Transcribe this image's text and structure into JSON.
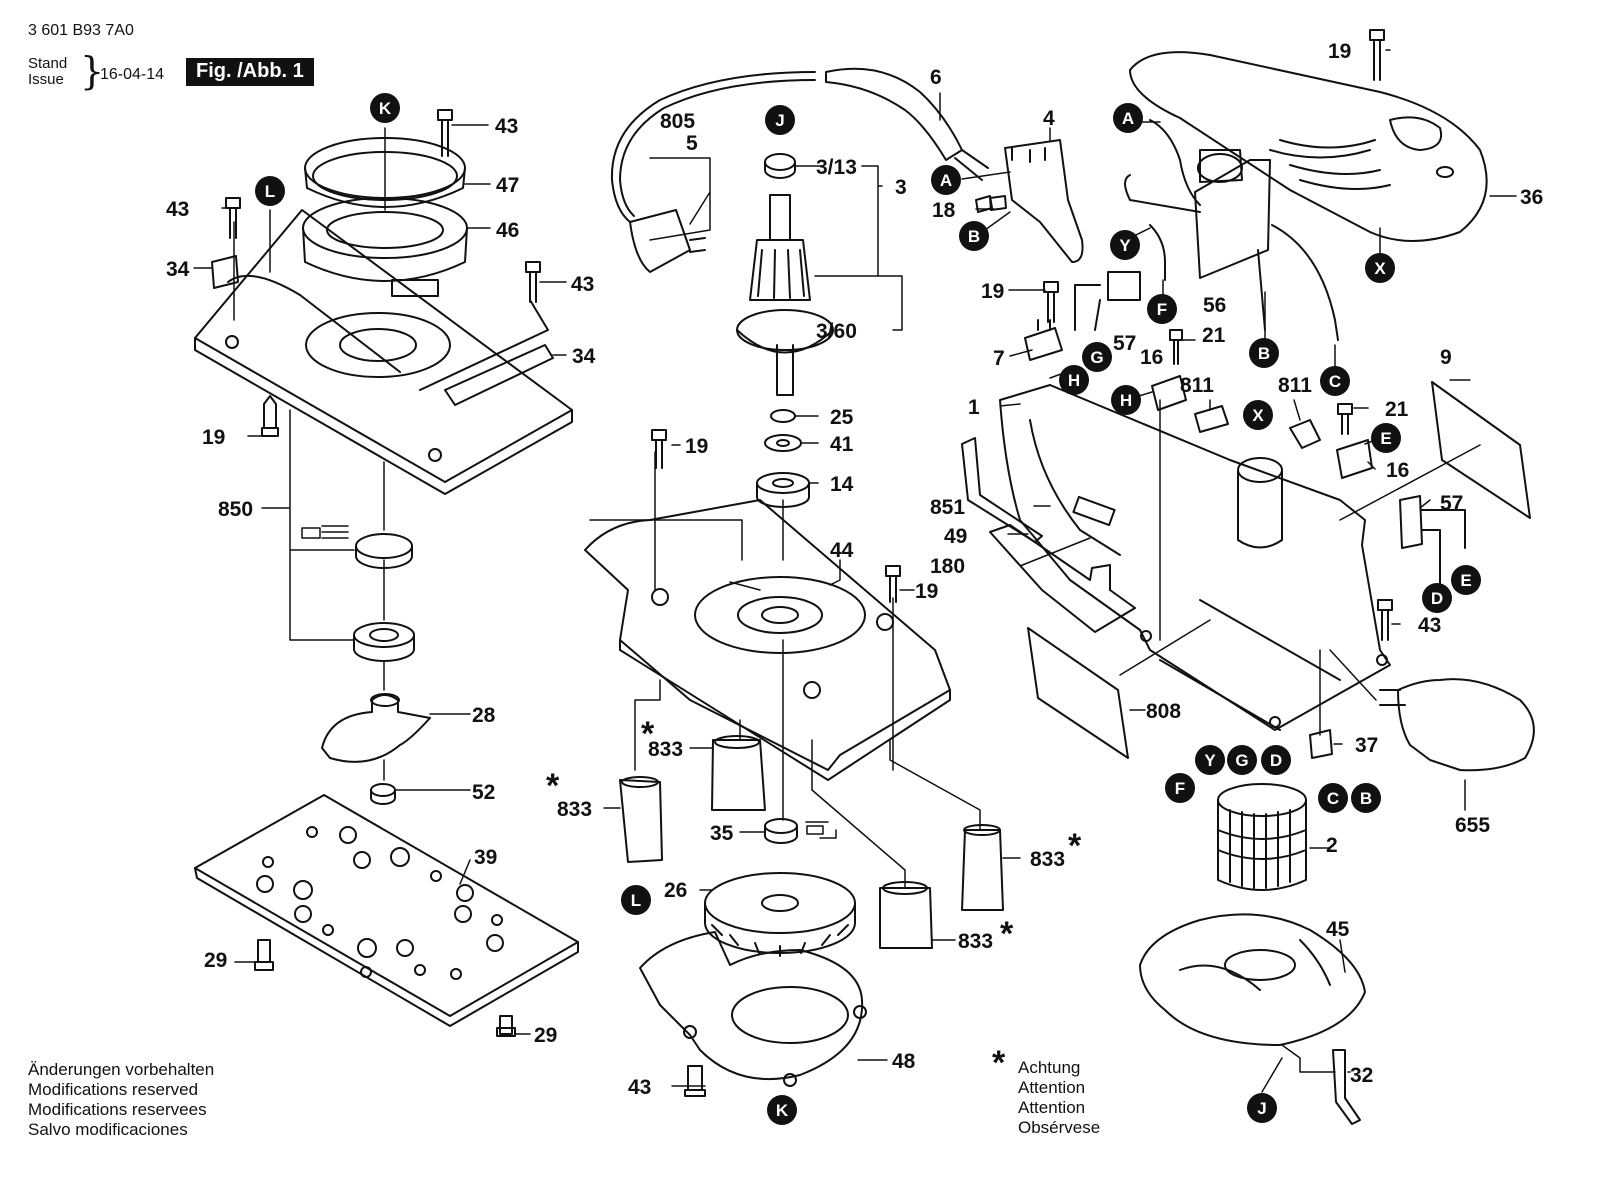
{
  "header": {
    "code": "3 601 B93 7A0",
    "stand": "Stand",
    "issue": "Issue",
    "date": "16-04-14",
    "figure": "Fig. /Abb. 1"
  },
  "footer": {
    "modifications": [
      "Änderungen vorbehalten",
      "Modifications reserved",
      "Modifications reservees",
      "Salvo modificaciones"
    ],
    "asterisk": "*",
    "attention": [
      "Achtung",
      "Attention",
      "Attention",
      "Obsérvese"
    ]
  },
  "part_labels": {
    "p43a": "43",
    "p47": "47",
    "p46": "46",
    "p43b": "43",
    "p34a": "34",
    "p43c": "43",
    "p34b": "34",
    "p19a": "19",
    "p850": "850",
    "p28": "28",
    "p52": "52",
    "p39": "39",
    "p29a": "29",
    "p29b": "29",
    "p805": "805",
    "p5": "5",
    "p6": "6",
    "p3_13": "3/13",
    "p3": "3",
    "p3_60": "3/60",
    "p25": "25",
    "p41": "41",
    "p14": "14",
    "p19b": "19",
    "p44": "44",
    "p19c": "19",
    "p833a": "833",
    "p833b": "833",
    "p35": "35",
    "p26": "26",
    "p833c": "833",
    "p833d": "833",
    "p48": "48",
    "p43d": "43",
    "p4": "4",
    "p18": "18",
    "p19d": "19",
    "p36": "36",
    "p56": "56",
    "p19e": "19",
    "p57a": "57",
    "p7": "7",
    "p21a": "21",
    "p16a": "16",
    "p811a": "811",
    "p811b": "811",
    "p21b": "21",
    "p9": "9",
    "p1": "1",
    "p16b": "16",
    "p57b": "57",
    "p851": "851",
    "p49": "49",
    "p180": "180",
    "p43e": "43",
    "p808": "808",
    "p37": "37",
    "p655": "655",
    "p2": "2",
    "p45": "45",
    "p32": "32"
  },
  "markers": {
    "K1": "K",
    "L1": "L",
    "J1": "J",
    "A1": "A",
    "A2": "A",
    "B1": "B",
    "Y1": "Y",
    "X1": "X",
    "F1": "F",
    "G1": "G",
    "H1": "H",
    "H2": "H",
    "B2": "B",
    "C1": "C",
    "X2": "X",
    "E1": "E",
    "D1": "D",
    "E2": "E",
    "Y2": "Y",
    "G2": "G",
    "D2": "D",
    "F2": "F",
    "C2": "C",
    "B3": "B",
    "L2": "L",
    "K2": "K",
    "J2": "J"
  },
  "asterisks": {
    "s1": "*",
    "s2": "*",
    "s3": "*",
    "s4": "*"
  }
}
